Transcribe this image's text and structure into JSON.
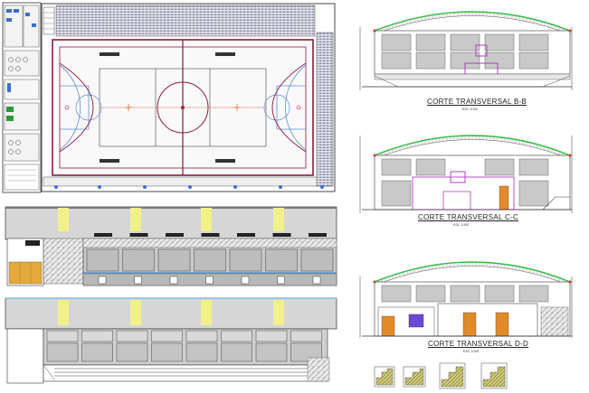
{
  "sections": [
    {
      "id": "b",
      "title": "CORTE TRANSVERSAL B-B",
      "scale": "ESC 1/100"
    },
    {
      "id": "c",
      "title": "CORTE TRANSVERSAL C-C",
      "scale": "ESC 1/100"
    },
    {
      "id": "d",
      "title": "CORTE TRANSVERSAL D-D",
      "scale": "ESC 1/100"
    }
  ],
  "colors": {
    "court_line": "#8b1a3a",
    "key_line": "#5b8fd6",
    "roof": "#33bb44",
    "bleacher": "#9aa0b4",
    "panel": "#c9c9c9",
    "yellow_window": "#f2f08a",
    "magenta": "#b040c0",
    "orange_door": "#e08a2a"
  }
}
